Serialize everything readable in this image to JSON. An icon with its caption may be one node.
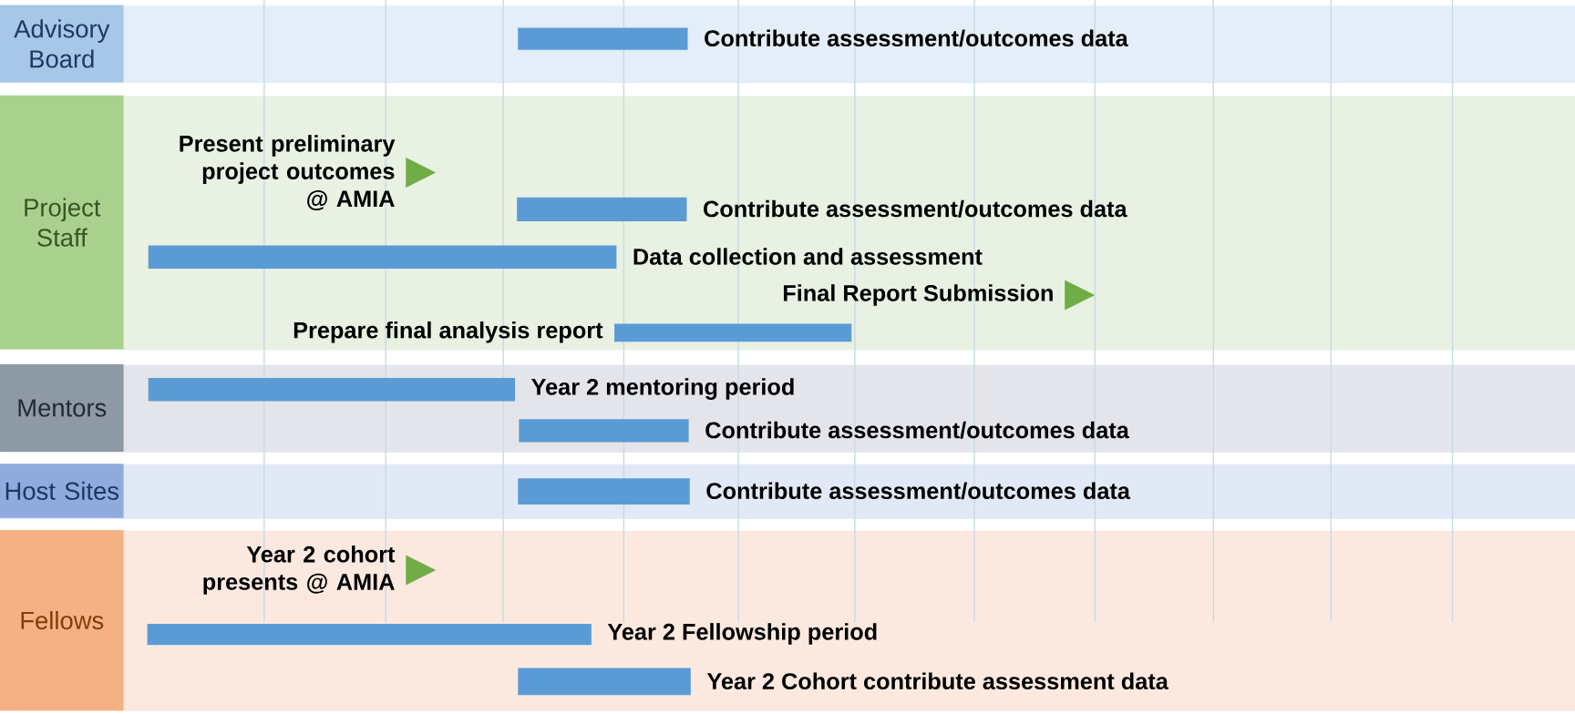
{
  "diagram": {
    "nodes": [
      {
        "text": [
          "Advisory Board"
        ]
      },
      {
        "text": [],
        "shape": "bar",
        "in": 0,
        "beside": [
          "Contribute assessment/outcomes data"
        ]
      },
      {
        "text": [
          "Project Staff"
        ]
      },
      {
        "text": [],
        "shape": "triangle",
        "in": 2,
        "beside": [
          "Present preliminary project outcomes @ AMIA"
        ]
      },
      {
        "text": [],
        "shape": "bar",
        "in": 2,
        "beside": [
          "Contribute assessment/outcomes data"
        ]
      },
      {
        "text": [],
        "shape": "bar",
        "in": 2,
        "beside": [
          "Data collection and assessment"
        ]
      },
      {
        "text": [],
        "shape": "triangle",
        "in": 2,
        "beside": [
          "Final Report Submission"
        ]
      },
      {
        "text": [],
        "shape": "bar",
        "in": 2,
        "beside": [
          "Prepare final analysis report"
        ]
      },
      {
        "text": [
          "Mentors"
        ]
      },
      {
        "text": [],
        "shape": "bar",
        "in": 8,
        "beside": [
          "Year 2 mentoring period"
        ]
      },
      {
        "text": [],
        "shape": "bar",
        "in": 8,
        "beside": [
          "Contribute assessment/outcomes data"
        ]
      },
      {
        "text": [
          "Host Sites"
        ]
      },
      {
        "text": [],
        "shape": "bar",
        "in": 11,
        "beside": [
          "Contribute assessment/outcomes data"
        ]
      },
      {
        "text": [
          "Fellows"
        ]
      },
      {
        "text": [],
        "shape": "triangle",
        "in": 13,
        "beside": [
          "Year 2 cohort presents @ AMIA"
        ]
      },
      {
        "text": [],
        "shape": "bar",
        "in": 13,
        "beside": [
          "Year 2 Fellowship period"
        ]
      },
      {
        "text": [],
        "shape": "bar",
        "in": 13,
        "beside": [
          "Year 2 Cohort contribute assessment data"
        ]
      }
    ]
  }
}
